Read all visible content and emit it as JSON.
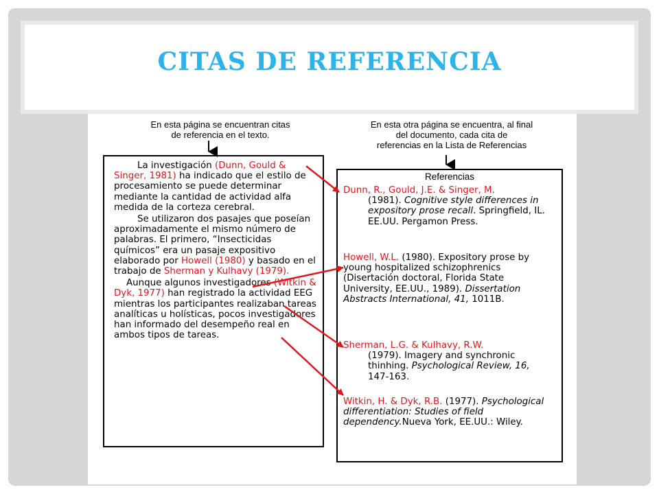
{
  "slide": {
    "title": "CITAS DE REFERENCIA"
  },
  "left_caption": {
    "line1": "En esta página se encuentran citas",
    "line2": "de referencia en el texto."
  },
  "right_caption": {
    "line1": "En esta otra página se encuentra, al final",
    "line2": "del documento, cada cita de",
    "line3": "referencias en  la Lista de Referencias"
  },
  "left_page": {
    "p1_start": "La investigación ",
    "p1_cite": "(Dunn, Gould  & Singer, 1981)",
    "p1_rest": " ha indicado que el estilo de procesamiento se puede determinar mediante la cantidad de actividad alfa medida de la corteza cerebral.",
    "p2_start": "Se utilizaron dos pasajes que poseían aproximadamente el mismo número de palabras.  El primero, “Insecticidas químicos” era un pasaje expositivo elaborado por ",
    "p2_cite1": "Howell (1980)",
    "p2_mid": " y basado en el trabajo de ",
    "p2_cite2": "Sherman y Kulhavy (1979).",
    "p3_start": "Aunque algunos investigadores ",
    "p3_cite": "(Witkin & Dyk, 1977)",
    "p3_rest": " han registrado la actividad EEG mientras los participantes realizaban tareas analíticas u holísticas, pocos investigadores han informado del desempeño real en ambos tipos de tareas."
  },
  "right_page": {
    "heading": "Referencias",
    "refs": [
      {
        "author": "Dunn, R., Gould, J.E. & Singer, M.",
        "pre": "(1981). ",
        "italic": "Cognitive style differences in expository prose recall",
        "post": ". Springfield, IL. EE.UU. Pergamon Press."
      },
      {
        "author": "Howell, W.L.",
        "pre": " (1980). Expository prose by young hospitalized schizophrenics (Disertación doctoral, Florida State University, EE.UU., 1989). ",
        "italic": "Dissertation Abstracts International, 41,",
        "post": " 1011B."
      },
      {
        "author": "Sherman, L.G. & Kulhavy, R.W.",
        "pre": "(1979). Imagery and synchronic thinhing. ",
        "italic": "Psychological Review, 16,",
        "post": " 147-163."
      },
      {
        "author": "Witkin, H. & Dyk, R.B.",
        "pre": " (1977). ",
        "italic": "Psychological differentiation: Studies of field dependency.",
        "post": "Nueva York, EE.UU.: Wiley."
      }
    ]
  },
  "colors": {
    "title": "#2bb3ea",
    "citation": "#e0161b",
    "arrow": "#e0161b"
  }
}
